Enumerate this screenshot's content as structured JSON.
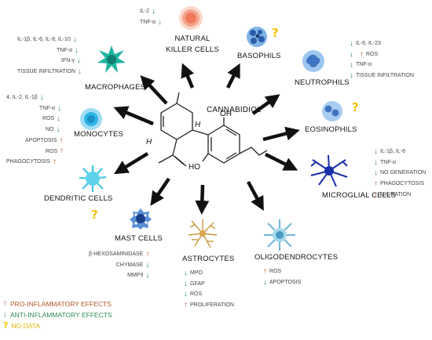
{
  "center": {
    "title": "CANNABIDIOL",
    "atoms": {
      "h1": "H",
      "h2": "H",
      "oh1": "OH",
      "oh2": "HO"
    }
  },
  "colors": {
    "pro_inflammatory": "#b3552b",
    "anti_inflammatory": "#2e8b57",
    "no_data": "#f2c300",
    "arrow": "#111111"
  },
  "cells": {
    "natural_killer": {
      "title": "NATURAL KILLER CELLS",
      "icon": "natural-killer-cell-icon",
      "effects": [
        {
          "label": "IL-2",
          "direction": "down"
        },
        {
          "label": "TNF-α",
          "direction": "down"
        }
      ]
    },
    "basophils": {
      "title": "BASOPHILS",
      "icon": "basophil-icon",
      "no_data_mark": "?"
    },
    "macrophages": {
      "title": "MACROPHAGES",
      "icon": "macrophage-icon",
      "effects": [
        {
          "label": "IL-1β, IL-6, IL-8, IL-10",
          "direction": "down"
        },
        {
          "label": "TNF-α",
          "direction": "down"
        },
        {
          "label": "IFN-γ",
          "direction": "down"
        },
        {
          "label": "TISSUE INFILTRATION",
          "direction": "down"
        }
      ]
    },
    "neutrophils": {
      "title": "NEUTROPHILS",
      "icon": "neutrophil-icon",
      "effects": [
        {
          "label": "IL-6, IL-23",
          "direction": "down"
        },
        {
          "label": "ROS",
          "direction": "up"
        },
        {
          "label": "TNF-α",
          "direction": "down"
        },
        {
          "label": "TISSUE INFILTRATION",
          "direction": "down"
        }
      ]
    },
    "monocytes": {
      "title": "MONOCYTES",
      "icon": "monocyte-icon",
      "effects": [
        {
          "label": "4, IL-2, IL-1β",
          "direction": "down"
        },
        {
          "label": "TNF-α",
          "direction": "down"
        },
        {
          "label": "ROS",
          "direction": "down"
        },
        {
          "label": "NO",
          "direction": "down"
        },
        {
          "label": "APOPTOSIS",
          "direction": "up"
        },
        {
          "label": "ROS",
          "direction": "up"
        },
        {
          "label": "PHAGOCYTOSIS",
          "direction": "up"
        }
      ]
    },
    "eosinophils": {
      "title": "EOSINOPHILS",
      "icon": "eosinophil-icon",
      "no_data_mark": "?"
    },
    "microglial": {
      "title": "MICROGLIAL CELLS",
      "icon": "microglial-cell-icon",
      "effects": [
        {
          "label": "IL-1β, IL-6",
          "direction": "down"
        },
        {
          "label": "TNF-α",
          "direction": "down"
        },
        {
          "label": "NO GENERATION",
          "direction": "down"
        },
        {
          "label": "PHAGOCYTOSIS",
          "direction": "up"
        },
        {
          "label": "MIGRATION",
          "direction": "up"
        }
      ]
    },
    "dendritic": {
      "title": "DENDRITIC CELLS",
      "icon": "dendritic-cell-icon",
      "no_data_mark": "?"
    },
    "mast": {
      "title": "MAST CELLS",
      "icon": "mast-cell-icon",
      "effects": [
        {
          "label": "β-HEXOSAMINIDASE",
          "direction": "up"
        },
        {
          "label": "CHYMASE",
          "direction": "down"
        },
        {
          "label": "MMP9",
          "direction": "down"
        }
      ]
    },
    "astrocytes": {
      "title": "ASTROCYTES",
      "icon": "astrocyte-icon",
      "effects": [
        {
          "label": "MPO",
          "direction": "down"
        },
        {
          "label": "GFAP",
          "direction": "down"
        },
        {
          "label": "ROS",
          "direction": "down"
        },
        {
          "label": "PROLIFERATION",
          "direction": "up"
        }
      ]
    },
    "oligodendrocytes": {
      "title": "OLIGODENDROCYTES",
      "icon": "oligodendrocyte-icon",
      "effects": [
        {
          "label": "ROS",
          "direction": "up"
        },
        {
          "label": "APOPTOSIS",
          "direction": "down"
        }
      ]
    }
  },
  "arrows_glyphs": {
    "up": "↑",
    "down": "↓",
    "question": "?"
  },
  "legend": [
    {
      "mark": "↑",
      "kind": "up",
      "label": "PRO-INFLAMMATORY EFFECTS"
    },
    {
      "mark": "↓",
      "kind": "down",
      "label": "ANTI-INFLAMMATORY EFFECTS"
    },
    {
      "mark": "?",
      "kind": "question",
      "label": "NO DATA"
    }
  ]
}
